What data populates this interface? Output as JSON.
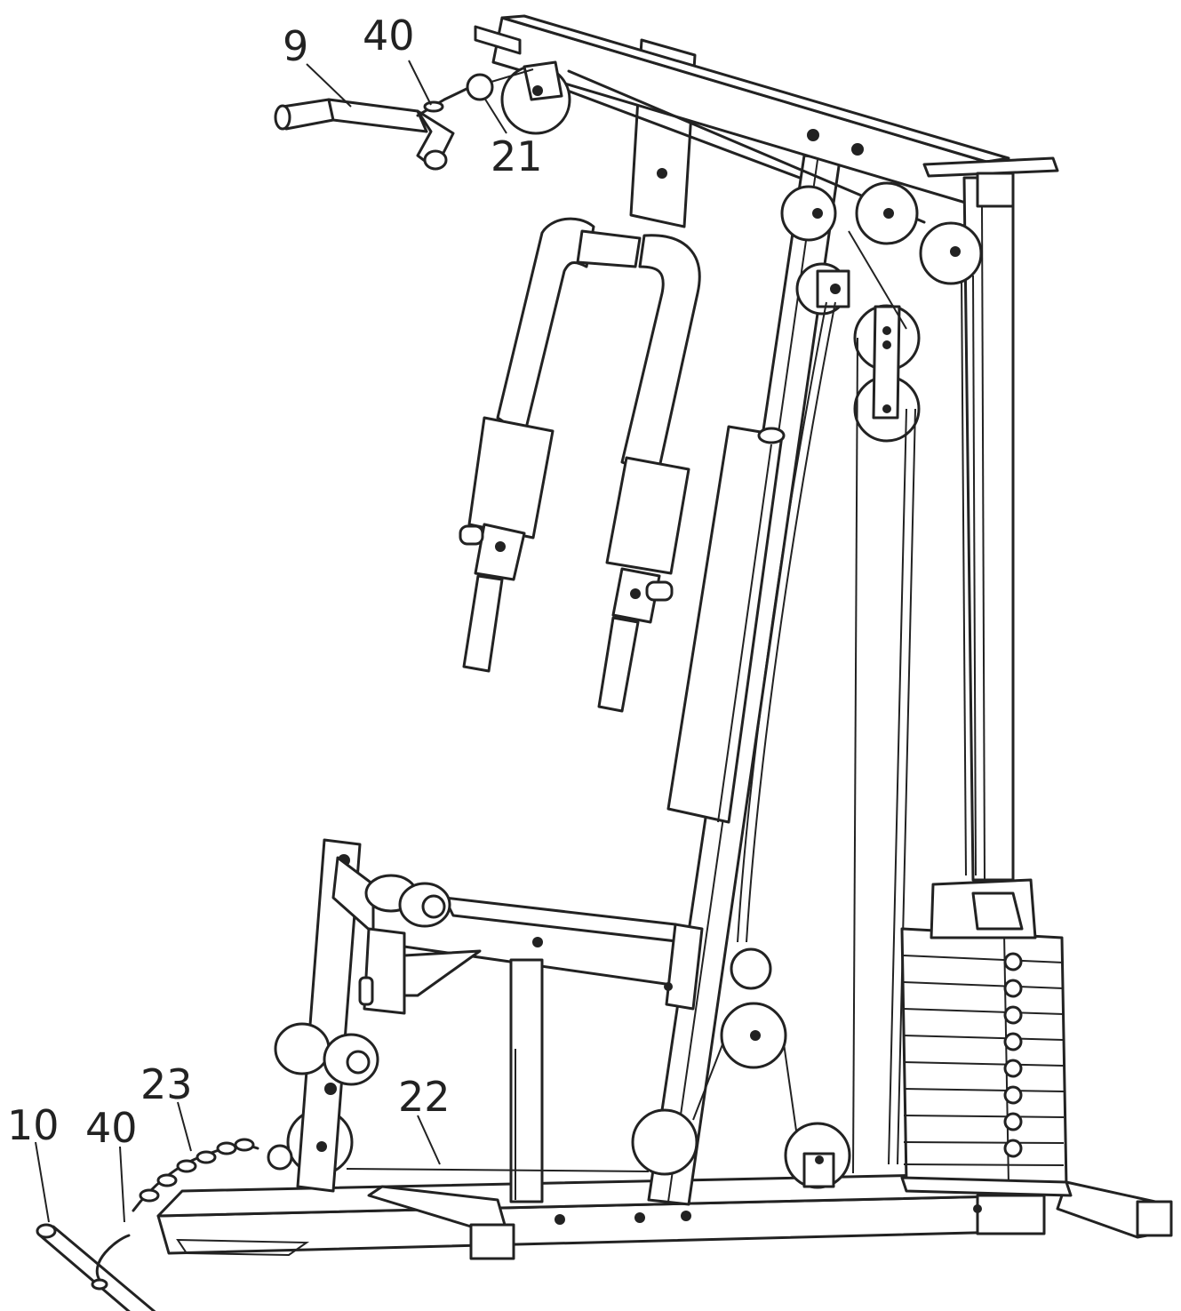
{
  "callouts": {
    "c9": "9",
    "c40_top": "40",
    "c21": "21",
    "c23": "23",
    "c22": "22",
    "c10": "10",
    "c40_bottom": "40"
  },
  "colors": {
    "line": "#222222",
    "background": "#ffffff"
  }
}
